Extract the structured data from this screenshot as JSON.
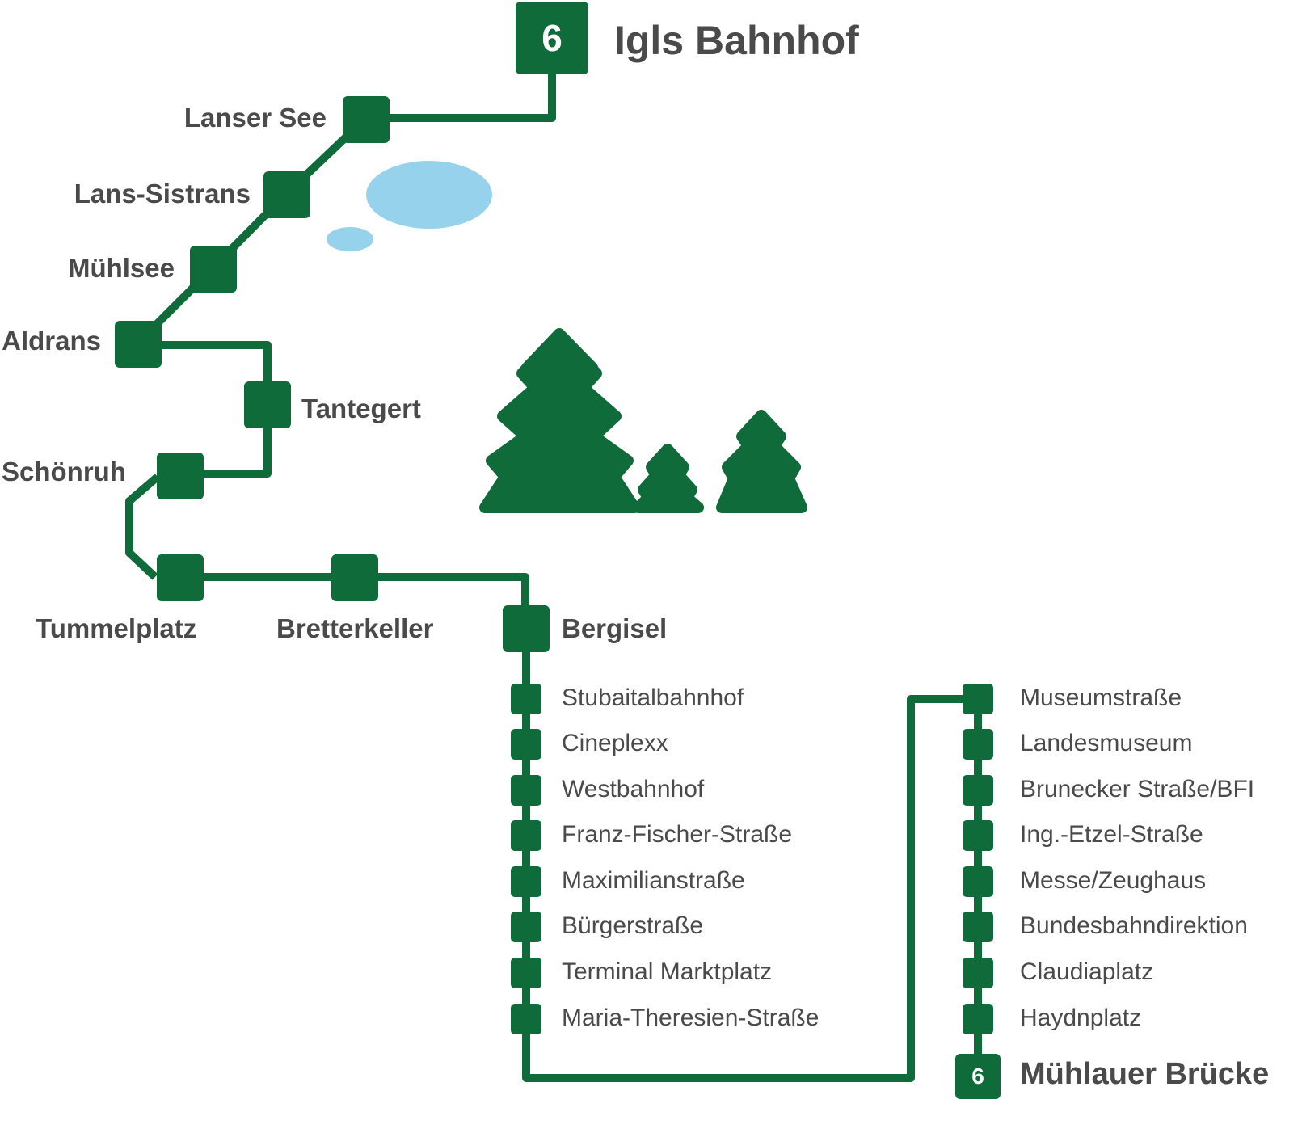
{
  "line_number": "6",
  "colors": {
    "line": "#106b3a",
    "text": "#4a4a4a",
    "lake": "#97d2ec"
  },
  "terminus_start": "Igls Bahnhof",
  "terminus_end": "Mühlauer Brücke",
  "upper_stops": [
    "Lanser See",
    "Lans-Sistrans",
    "Mühlsee",
    "Aldrans",
    "Tantegert",
    "Schönruh",
    "Tummelplatz",
    "Bretterkeller",
    "Bergisel"
  ],
  "left_column_stops": [
    "Stubaitalbahnhof",
    "Cineplexx",
    "Westbahnhof",
    "Franz-Fischer-Straße",
    "Maximilianstraße",
    "Bürgerstraße",
    "Terminal Marktplatz",
    "Maria-Theresien-Straße"
  ],
  "right_column_stops": [
    "Museumstraße",
    "Landesmuseum",
    "Brunecker Straße/BFI",
    "Ing.-Etzel-Straße",
    "Messe/Zeughaus",
    "Bundesbahndirektion",
    "Claudiaplatz",
    "Haydnplatz"
  ],
  "decorations": [
    "lake-icon",
    "lake-icon",
    "tree-icon",
    "tree-icon",
    "tree-icon"
  ]
}
